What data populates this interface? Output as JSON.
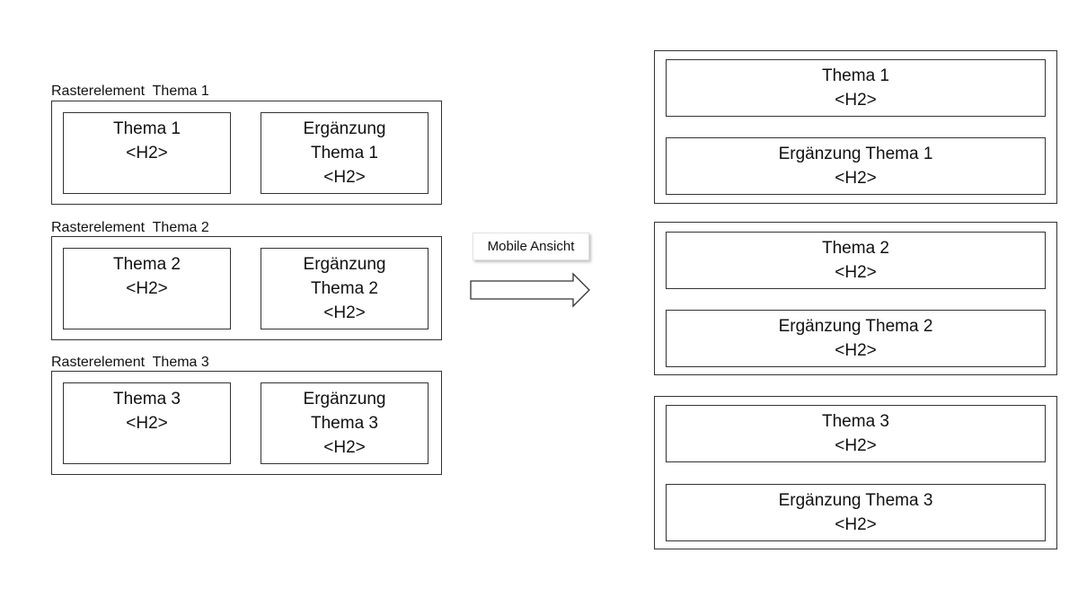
{
  "desktop": {
    "groups": [
      {
        "label": "Rasterelement  Thema 1",
        "left_box": [
          "Thema 1",
          "<H2>"
        ],
        "right_box": [
          "Ergänzung",
          "Thema 1",
          "<H2>"
        ]
      },
      {
        "label": "Rasterelement  Thema 2",
        "left_box": [
          "Thema 2",
          "<H2>"
        ],
        "right_box": [
          "Ergänzung",
          "Thema 2",
          "<H2>"
        ]
      },
      {
        "label": "Rasterelement  Thema 3",
        "left_box": [
          "Thema 3",
          "<H2>"
        ],
        "right_box": [
          "Ergänzung",
          "Thema 3",
          "<H2>"
        ]
      }
    ]
  },
  "transition": {
    "label": "Mobile Ansicht"
  },
  "mobile": {
    "groups": [
      {
        "top_box": [
          "Thema 1",
          "<H2>"
        ],
        "bottom_box": [
          "Ergänzung Thema 1",
          "<H2>"
        ]
      },
      {
        "top_box": [
          "Thema 2",
          "<H2>"
        ],
        "bottom_box": [
          "Ergänzung Thema 2",
          "<H2>"
        ]
      },
      {
        "top_box": [
          "Thema 3",
          "<H2>"
        ],
        "bottom_box": [
          "Ergänzung Thema 3",
          "<H2>"
        ]
      }
    ]
  }
}
